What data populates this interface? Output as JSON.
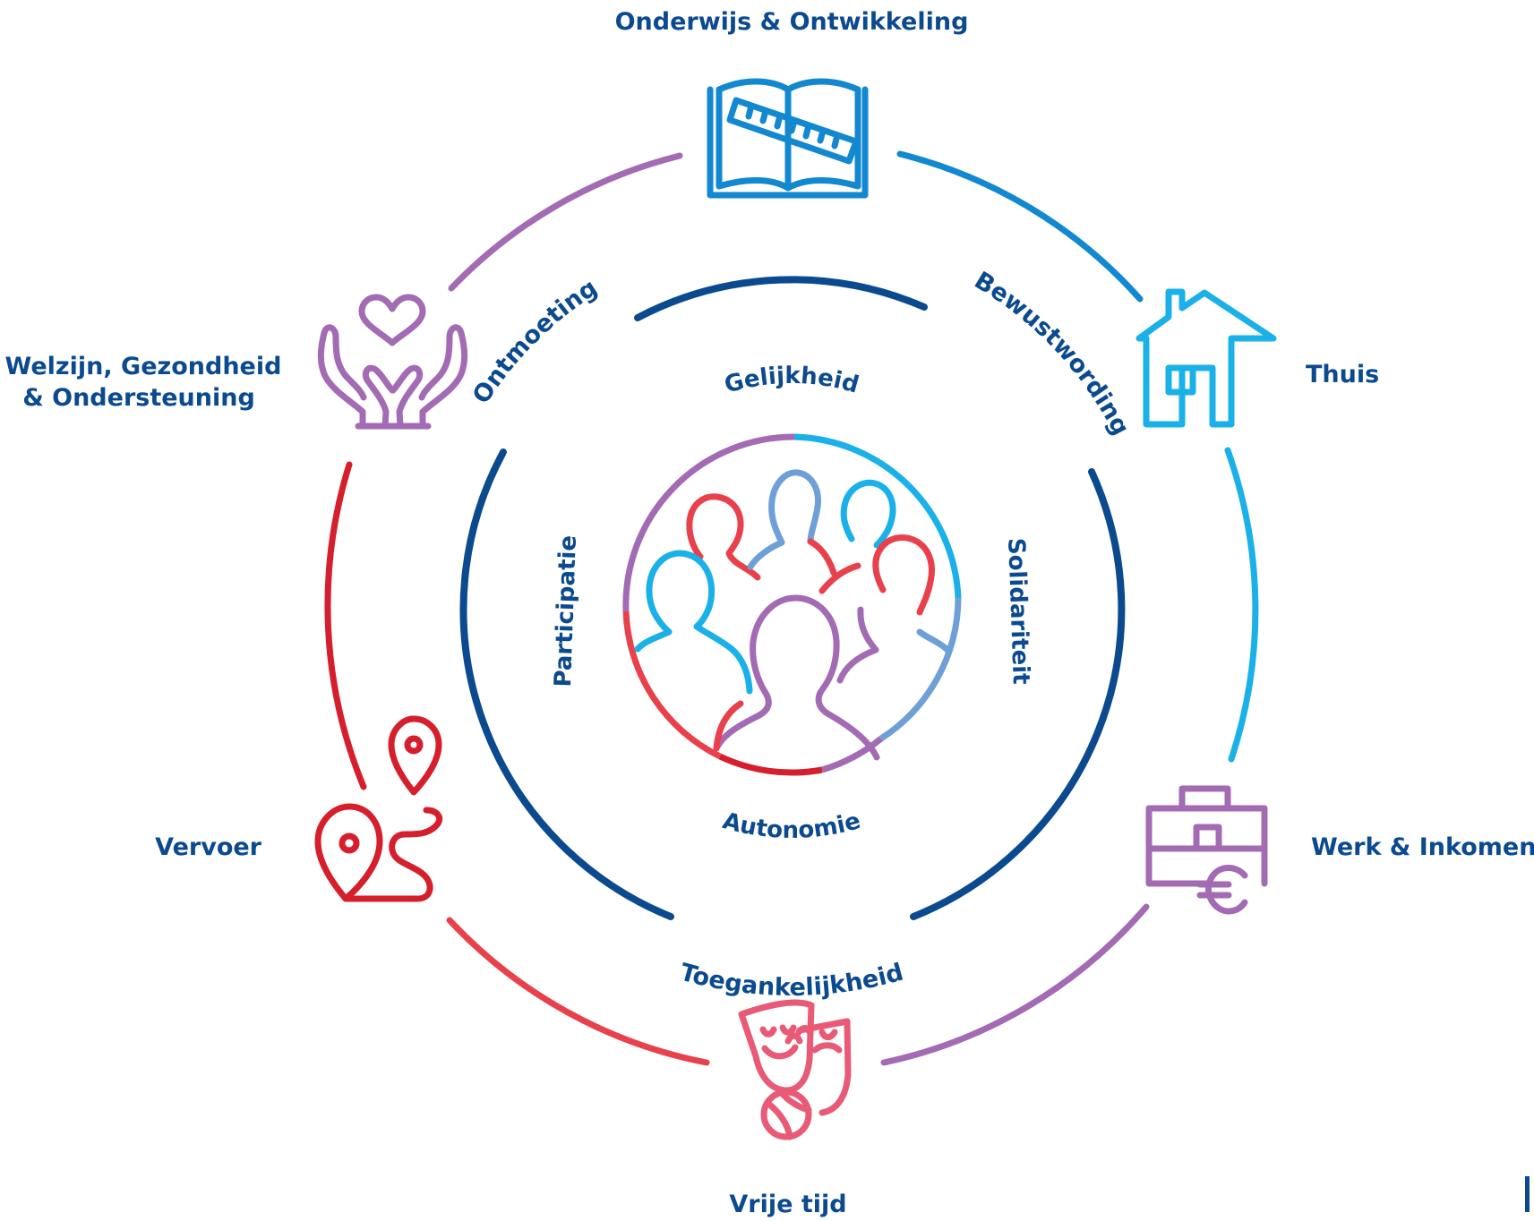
{
  "colors": {
    "text": "#0b4a8f",
    "inner_ring": "#0b4a8f",
    "purple": "#a36bb3",
    "blue": "#1288d0",
    "light_blue": "#1ab0e8",
    "red": "#d61f2c",
    "pink_red": "#e8414c",
    "pink": "#e85a76"
  },
  "life_domains": [
    {
      "id": "education",
      "label": "Onderwijs & Ontwikkeling",
      "icon": "book-ruler-icon"
    },
    {
      "id": "home",
      "label": "Thuis",
      "icon": "house-icon"
    },
    {
      "id": "work",
      "label": "Werk & Inkomen",
      "icon": "briefcase-euro-icon"
    },
    {
      "id": "leisure",
      "label": "Vrije tijd",
      "icon": "theater-masks-ball-icon"
    },
    {
      "id": "transport",
      "label": "Vervoer",
      "icon": "route-pins-icon"
    },
    {
      "id": "welfare",
      "label_line1": "Welzijn, Gezondheid",
      "label_line2": "& Ondersteuning",
      "icon": "hands-heart-icon"
    }
  ],
  "ring_words": {
    "top_left": "Ontmoeting",
    "top_right": "Bewustwording",
    "bottom": "Toegankelijkheid"
  },
  "values": {
    "top": "Gelijkheid",
    "left": "Participatie",
    "right": "Solidariteit",
    "bottom": "Autonomie"
  },
  "center_icon": "group-of-people-icon"
}
